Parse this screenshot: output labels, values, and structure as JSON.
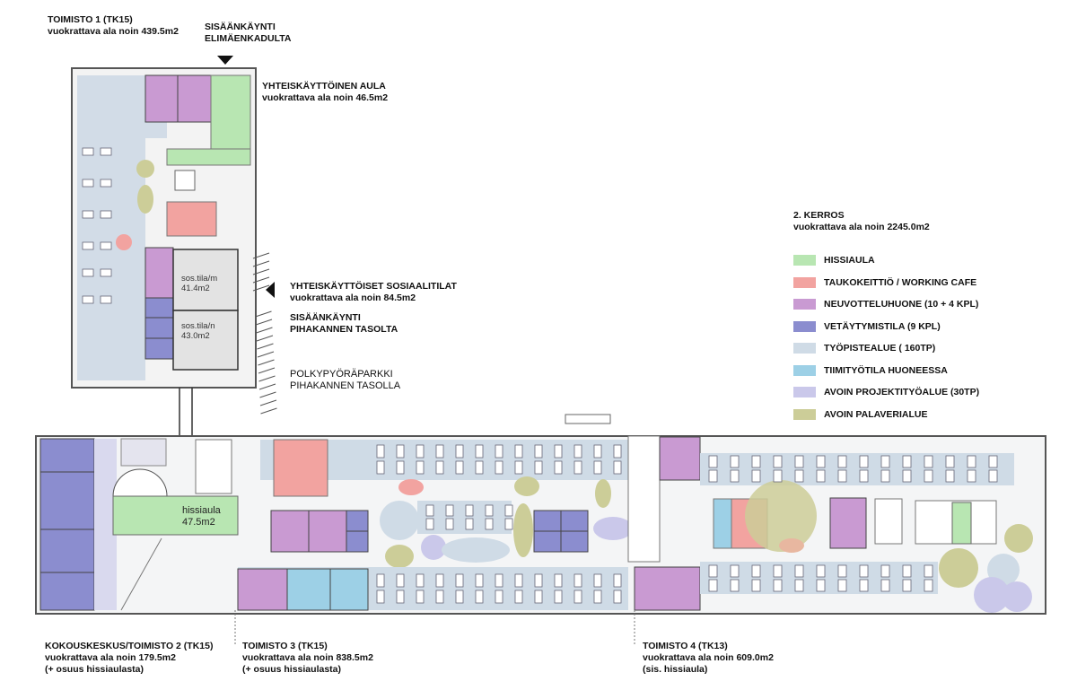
{
  "title": {
    "floor": "2. KERROS",
    "area": "vuokrattava ala noin 2245.0m2"
  },
  "legend": [
    {
      "label": "HISSIAULA",
      "color": "#b8e6b2"
    },
    {
      "label": "TAUKOKEITTIÖ / WORKING CAFE",
      "color": "#f2a3a0"
    },
    {
      "label": "NEUVOTTELUHUONE (10 + 4 KPL)",
      "color": "#c99ad2"
    },
    {
      "label": "VETÄYTYMISTILA (9 KPL)",
      "color": "#8b8dcf"
    },
    {
      "label": "TYÖPISTEALUE ( 160TP)",
      "color": "#cfdbe6"
    },
    {
      "label": "TIIMITYÖTILA HUONEESSA",
      "color": "#9dd0e6"
    },
    {
      "label": "AVOIN PROJEKTITYÖALUE (30TP)",
      "color": "#cac8ea"
    },
    {
      "label": "AVOIN PALAVERIALUE",
      "color": "#cccd98"
    }
  ],
  "labels": {
    "toimisto1": {
      "name": "TOIMISTO 1 (TK15)",
      "area": "vuokrattava ala noin 439.5m2"
    },
    "entrance_street": {
      "line1": "SISÄÄNKÄYNTI",
      "line2": "ELIMÄENKADULTA"
    },
    "aula": {
      "name": "YHTEISKÄYTTÖINEN AULA",
      "area": "vuokrattava ala noin 46.5m2"
    },
    "social": {
      "name": "YHTEISKÄYTTÖISET SOSIAALITILAT",
      "area": "vuokrattava ala noin 84.5m2"
    },
    "entrance_yard": {
      "line1": "SISÄÄNKÄYNTI",
      "line2": "PIHAKANNEN TASOLTA"
    },
    "bike": {
      "line1": "POLKYPYÖRÄPARKKI",
      "line2": "PIHAKANNEN TASOLLA"
    },
    "toimisto2": {
      "name": "KOKOUSKESKUS/TOIMISTO 2  (TK15)",
      "area": "vuokrattava ala noin 179.5m2",
      "note": "(+ osuus hissiaulasta)"
    },
    "toimisto3": {
      "name": "TOIMISTO 3  (TK15)",
      "area": "vuokrattava ala noin 838.5m2",
      "note": "(+ osuus hissiaulasta)"
    },
    "toimisto4": {
      "name": "TOIMISTO 4 (TK13)",
      "area": "vuokrattava ala noin 609.0m2",
      "note": "(sis. hissiaula)"
    }
  },
  "rooms": {
    "sos_m": {
      "name": "sos.tila/m",
      "area": "41.4m2"
    },
    "sos_n": {
      "name": "sos.tila/n",
      "area": "43.0m2"
    },
    "hissiaula": {
      "name": "hissiaula",
      "area": "47.5m2"
    }
  }
}
